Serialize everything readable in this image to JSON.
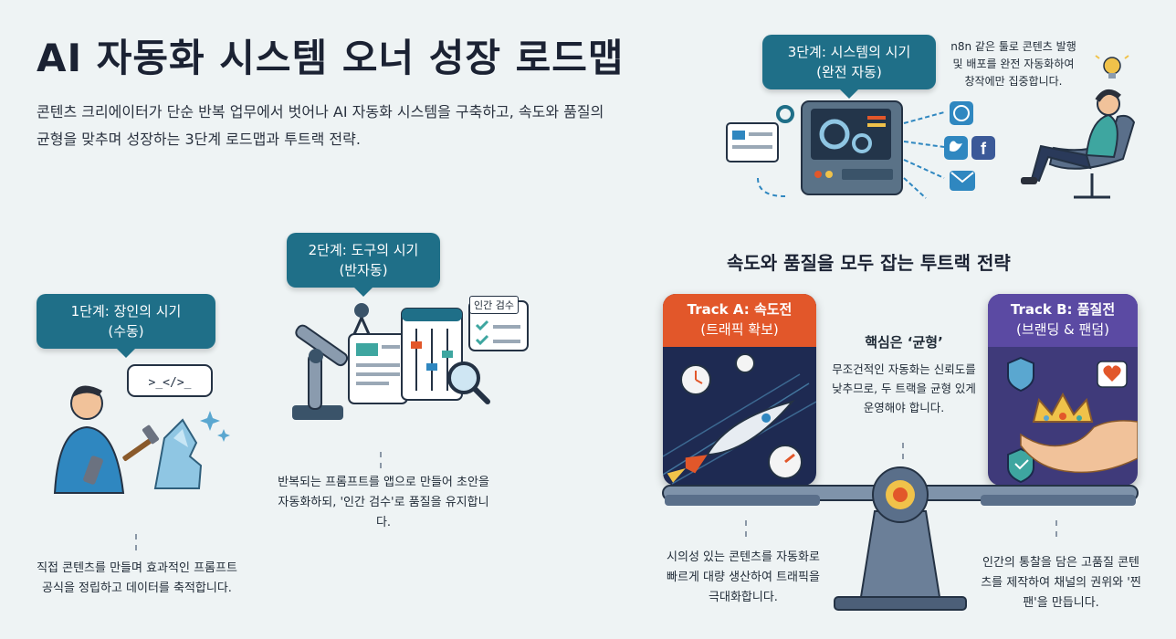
{
  "title": "AI 자동화 시스템 오너 성장 로드맵",
  "subtitle": "콘텐츠 크리에이터가 단순 반복 업무에서 벗어나 AI 자동화 시스템을 구축하고, 속도와 품질의 균형을 맞추며 성장하는 3단계 로드맵과 투트랙 전략.",
  "stage1": {
    "title": "1단계: 장인의 시기",
    "sub": "(수동)",
    "code": ">_</>_",
    "desc": "직접 콘텐츠를 만들며 효과적인 프롬프트 공식을 정립하고 데이터를 축적합니다."
  },
  "stage2": {
    "title": "2단계: 도구의 시기",
    "sub": "(반자동)",
    "review_tag": "인간 검수",
    "desc": "반복되는 프롬프트를 앱으로 만들어 초안을 자동화하되, '인간 검수'로 품질을 유지합니다."
  },
  "stage3": {
    "title": "3단계: 시스템의 시기",
    "sub": "(완전 자동)",
    "desc": "n8n 같은 툴로 콘텐츠 발행 및 배포를 완전 자동화하여 창작에만 집중합니다."
  },
  "strategy": {
    "heading": "속도와 품질을 모두 잡는 투트랙 전략",
    "track_a": {
      "title": "Track A: 속도전",
      "sub": "(트래픽 확보)",
      "desc": "시의성 있는 콘텐츠를 자동화로 빠르게 대량 생산하여 트래픽을 극대화합니다.",
      "color": "#e2572a"
    },
    "core": {
      "title": "핵심은 ‘균형’",
      "desc": "무조건적인 자동화는 신뢰도를 낮추므로, 두 트랙을 균형 있게 운영해야 합니다."
    },
    "track_b": {
      "title": "Track B: 품질전",
      "sub": "(브랜딩 & 팬덤)",
      "desc": "인간의 통찰을 담은 고품질 콘텐츠를 제작하여 채널의 권위와 '찐팬'을 만듭니다.",
      "color": "#5b4aa3"
    }
  },
  "icons": [
    "terminal-icon",
    "robot-arm-icon",
    "magnifier-icon",
    "gear-icon",
    "globe-icon",
    "twitter-icon",
    "facebook-icon",
    "mail-icon",
    "lightbulb-icon",
    "rocket-icon",
    "stopwatch-icon",
    "gauge-icon",
    "shield-icon",
    "crown-icon",
    "heart-icon",
    "balance-scale-icon"
  ]
}
